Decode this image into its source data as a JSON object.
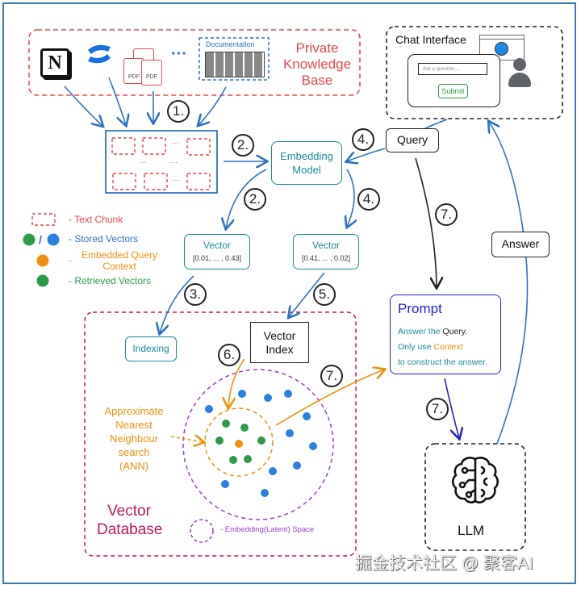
{
  "knowledge_base": {
    "title_lines": [
      "Private",
      "Knowledge",
      "Base"
    ],
    "sources": [
      "notion-logo",
      "confluence-logo",
      "pdf-files",
      "ellipsis",
      "documentation"
    ],
    "pdf_label": "PDF",
    "ellipsis": "···",
    "documentation_label": "Documentation"
  },
  "chunks": {
    "ellipsis": "···"
  },
  "chat_interface": {
    "title": "Chat Interface",
    "input_placeholder": "Ask a question....",
    "submit_label": "Submit"
  },
  "query_label": "Query",
  "answer_label": "Answer",
  "embedding_model": {
    "line1": "Embedding",
    "line2": "Model"
  },
  "vectors": [
    {
      "title": "Vector",
      "value": "[0.01, ... , 0.43]"
    },
    {
      "title": "Vector",
      "value": "[0.41, ... , 0.02]"
    }
  ],
  "steps": {
    "s1": "1.",
    "s2a": "2.",
    "s2b": "2.",
    "s3": "3.",
    "s4a": "4.",
    "s4b": "4.",
    "s5": "5.",
    "s6": "6.",
    "s7a": "7.",
    "s7b": "7.",
    "s7c": "7."
  },
  "legend": {
    "text_chunk": "- Text Chunk",
    "stored_vectors": "- Stored Vectors",
    "stored_sep": "/",
    "embedded_query_dash": "-",
    "embedded_query_lines": [
      "Embedded Query",
      "Context"
    ],
    "retrieved_vectors": "- Retrieved Vectors"
  },
  "prompt": {
    "title": "Prompt",
    "line1_a": "Answer the",
    "line1_b": "Query.",
    "line2_a": "Only use",
    "line2_b": "Context",
    "line3": "to construct the answer."
  },
  "vector_db": {
    "title_lines": [
      "Vector",
      "Database"
    ],
    "indexing_label": "Indexing",
    "vector_index_lines": [
      "Vector",
      "Index"
    ],
    "ann_lines": [
      "Approximate",
      "Nearest",
      "Neighbour",
      "search",
      "(ANN)"
    ],
    "latent_space_legend": "- Embedding(Latent) Space"
  },
  "llm_label": "LLM",
  "watermark": "掘金技术社区 @ 聚客AI",
  "colors": {
    "frame": "#3a79b8",
    "red": "#e8474f",
    "blue_arrow": "#2f72c4",
    "teal": "#1b8a99",
    "green": "#2e9a47",
    "blue_dot": "#2b7fe0",
    "orange": "#f0900f",
    "purple": "#9b3fc0",
    "crimson": "#c2185b",
    "prompt_blue": "#2222cc"
  }
}
